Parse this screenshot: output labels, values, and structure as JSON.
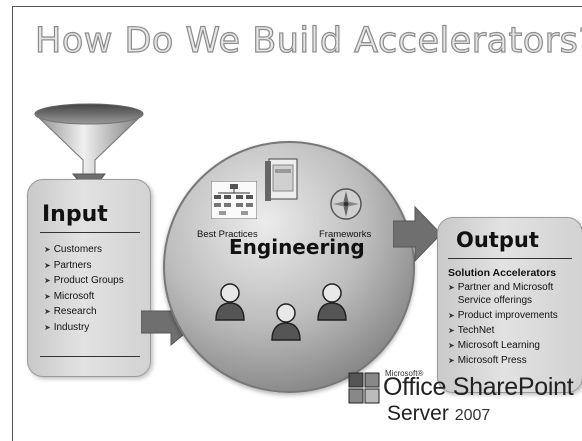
{
  "title": "How Do We Build Accelerators?",
  "input": {
    "heading": "Input",
    "items": [
      "Customers",
      "Partners",
      "Product Groups",
      "Microsoft",
      "Research",
      "Industry"
    ]
  },
  "engineering": {
    "label": "Engineering",
    "best_practices": "Best Practices",
    "frameworks": "Frameworks"
  },
  "output": {
    "heading": "Output",
    "subheading": "Solution Accelerators",
    "items": [
      "Partner and Microsoft Service offerings",
      "Product improvements",
      "TechNet",
      "Microsoft Learning",
      "Microsoft Press"
    ]
  },
  "logo": {
    "microsoft": "Microsoft®",
    "office": "Office SharePoint",
    "server": "Server",
    "year": "2007"
  },
  "colors": {
    "panel": "#d6d6d6",
    "arrow": "#6f6f6f",
    "title_fill": "#e6e6e6",
    "title_stroke": "#8c8c8c"
  },
  "icons": [
    "funnel-icon",
    "arrow-right-icon",
    "org-chart-icon",
    "book-icon",
    "compass-icon",
    "person-icon",
    "office-logo-icon"
  ]
}
